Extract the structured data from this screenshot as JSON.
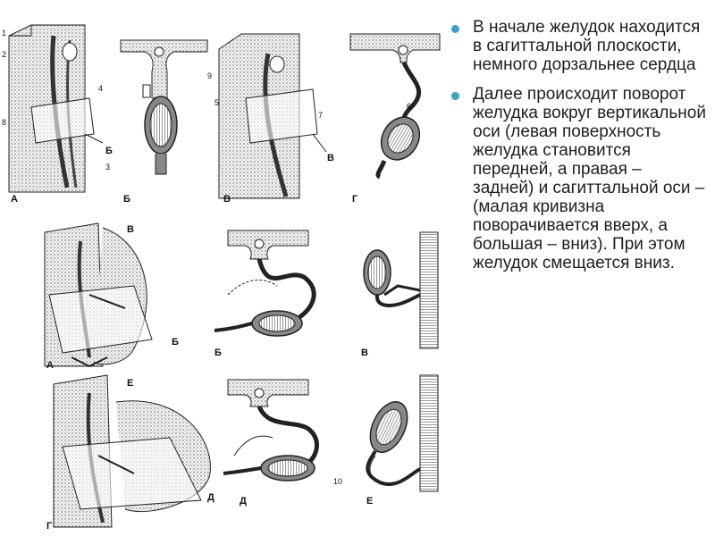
{
  "accent_color": "#3aa2c8",
  "bullets": [
    {
      "text": "В начале желудок находится в сагиттальной плоскости, немного дорзальнее сердца"
    },
    {
      "text": "Далее происходит поворот желудка вокруг вертикальной оси (левая поверхность желудка становится передней, а правая – задней) и сагиттальной оси – (малая кривизна поворачивается вверх, а большая – вниз). При этом желудок смещается вниз."
    }
  ],
  "figure": {
    "panel_letters": [
      "А",
      "Б",
      "В",
      "Г",
      "А",
      "Б",
      "В",
      "Г",
      "Д",
      "Е"
    ],
    "plane_letters": [
      "Б",
      "В",
      "В",
      "Б",
      "Е",
      "Д"
    ],
    "numbers": [
      "1",
      "2",
      "3",
      "4",
      "5",
      "6",
      "7",
      "8",
      "9",
      "10"
    ]
  }
}
